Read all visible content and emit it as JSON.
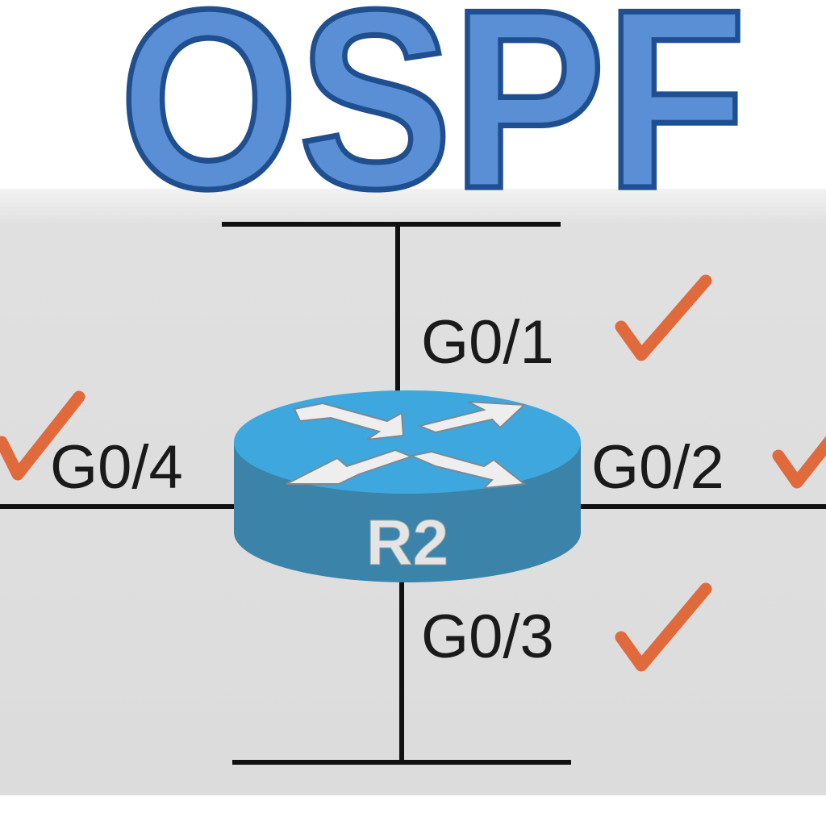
{
  "title": "OSPF",
  "router": {
    "label": "R2"
  },
  "interfaces": [
    {
      "id": "g01",
      "label": "G0/1",
      "enabled": true
    },
    {
      "id": "g02",
      "label": "G0/2",
      "enabled": true
    },
    {
      "id": "g03",
      "label": "G0/3",
      "enabled": true
    },
    {
      "id": "g04",
      "label": "G0/4",
      "enabled": true
    }
  ],
  "colors": {
    "title_fill": "#5a8fd6",
    "title_stroke": "#1f4f8f",
    "router_top": "#3ea8de",
    "router_side": "#3b83a8",
    "check": "#e06a3b",
    "panel": "#dfdfdf"
  }
}
